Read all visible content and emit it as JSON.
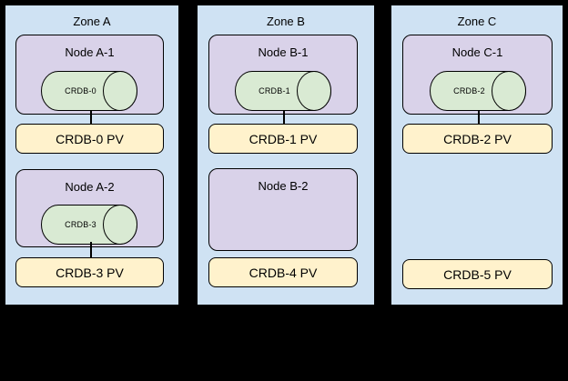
{
  "colors": {
    "background": "#000000",
    "zone_fill": "#cfe2f3",
    "node_fill": "#d9d2e9",
    "cylinder_fill": "#d9ead3",
    "pv_fill": "#fff2cc",
    "border": "#000000"
  },
  "zones": [
    {
      "label": "Zone A",
      "nodes": [
        {
          "label": "Node A-1",
          "cylinder": "CRDB-0",
          "pv": "CRDB-0 PV"
        },
        {
          "label": "Node A-2",
          "cylinder": "CRDB-3",
          "pv": "CRDB-3 PV"
        }
      ]
    },
    {
      "label": "Zone B",
      "nodes": [
        {
          "label": "Node B-1",
          "cylinder": "CRDB-1",
          "pv": "CRDB-1 PV"
        },
        {
          "label": "Node B-2",
          "pv": "CRDB-4 PV"
        }
      ]
    },
    {
      "label": "Zone C",
      "nodes": [
        {
          "label": "Node C-1",
          "cylinder": "CRDB-2",
          "pv": "CRDB-2 PV"
        },
        {
          "pv": "CRDB-5 PV"
        }
      ]
    }
  ]
}
